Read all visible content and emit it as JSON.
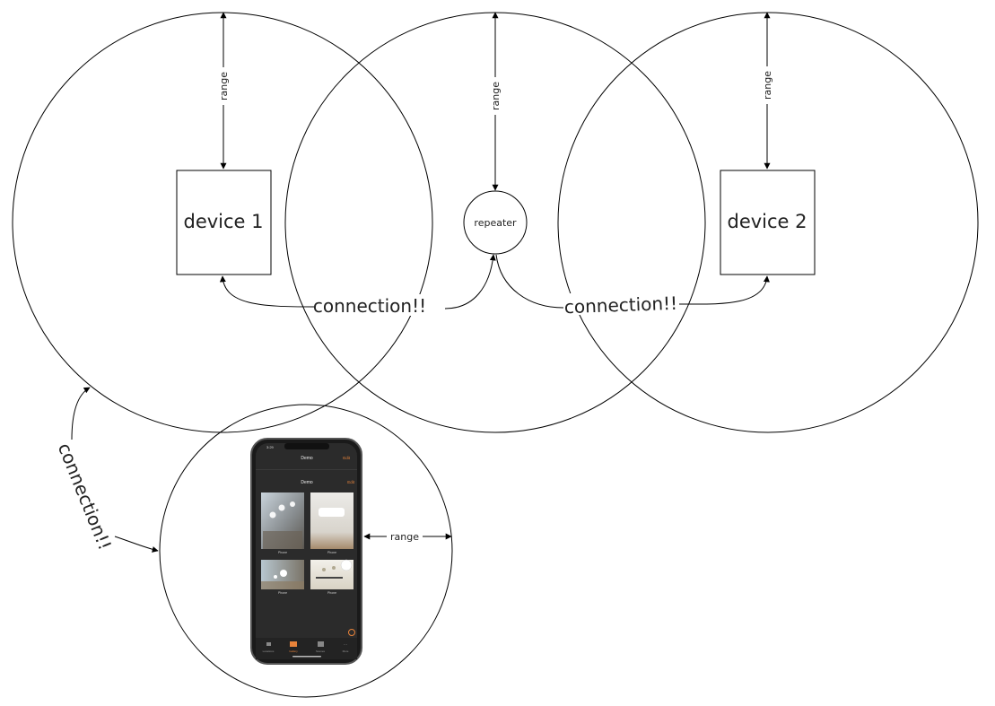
{
  "labels": {
    "device1": "device 1",
    "device2": "device 2",
    "repeater": "repeater",
    "range": "range",
    "connection": "connection!!"
  },
  "phone": {
    "status_time": "3:29",
    "nav_title": "Demo",
    "nav_action": "Edit",
    "section_title": "Demo",
    "section_action": "Edit",
    "tiles": [
      "Phone",
      "Phone",
      "Phone",
      "Phone"
    ],
    "tabs": [
      "Locations",
      "Gallery",
      "Scenes",
      "More"
    ],
    "accent_color": "#e8833a",
    "background_color": "#2b2b2b"
  }
}
